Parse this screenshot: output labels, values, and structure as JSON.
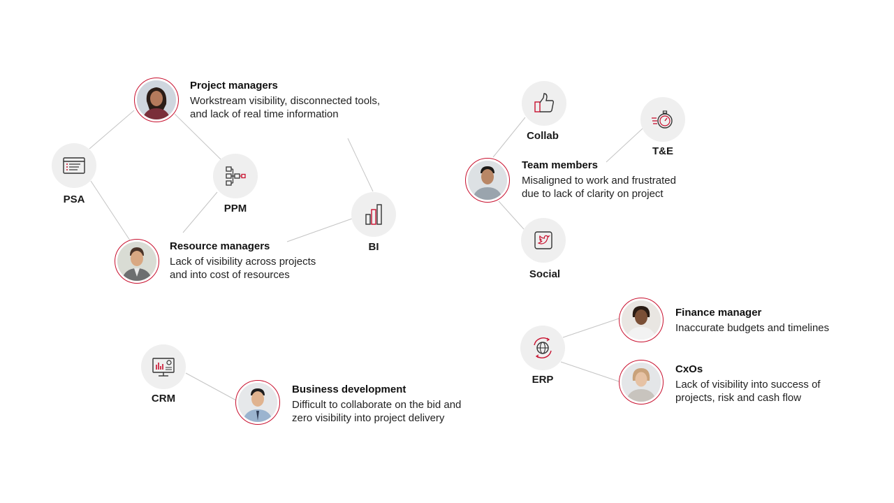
{
  "tools": {
    "psa": "PSA",
    "ppm": "PPM",
    "bi": "BI",
    "crm": "CRM",
    "collab": "Collab",
    "te": "T&E",
    "social": "Social",
    "erp": "ERP"
  },
  "personas": {
    "project_managers": {
      "title": "Project managers",
      "desc": "Workstream visibility, disconnected tools, and lack of real time information"
    },
    "resource_managers": {
      "title": "Resource managers",
      "desc": "Lack of visibility across projects and into cost of resources"
    },
    "business_development": {
      "title": "Business development",
      "desc": "Difficult to collaborate on the bid and zero visibility into project delivery"
    },
    "team_members": {
      "title": "Team members",
      "desc": "Misaligned to work and frustrated due to lack of clarity on project"
    },
    "finance_manager": {
      "title": "Finance manager",
      "desc": "Inaccurate budgets and timelines"
    },
    "cxos": {
      "title": "CxOs",
      "desc": "Lack of visibility into success of projects, risk and cash flow"
    }
  },
  "colors": {
    "accent": "#c8102e",
    "icon_bg": "#efefef",
    "connector": "#c4c4c4"
  },
  "icons": {
    "psa": "browser-window-list-icon",
    "ppm": "hierarchy-flow-icon",
    "bi": "bar-chart-icon",
    "crm": "monitor-chart-icon",
    "collab": "thumbs-up-icon",
    "te": "stopwatch-icon",
    "social": "twitter-bird-icon",
    "erp": "globe-sync-icon"
  }
}
